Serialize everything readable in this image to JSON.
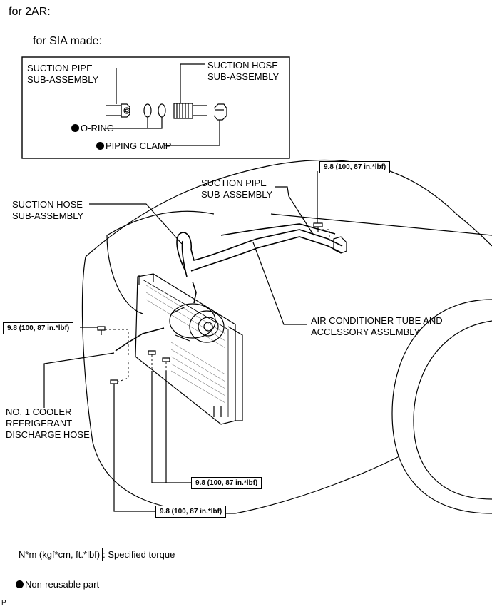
{
  "header": {
    "engine": "for 2AR:",
    "variant": "for SIA made:"
  },
  "inset": {
    "suction_pipe": [
      "SUCTION PIPE",
      "SUB-ASSEMBLY"
    ],
    "suction_hose": [
      "SUCTION HOSE",
      "SUB-ASSEMBLY"
    ],
    "o_ring": "O-RING",
    "piping_clamp": "PIPING CLAMP"
  },
  "labels": {
    "suction_pipe": [
      "SUCTION PIPE",
      "SUB-ASSEMBLY"
    ],
    "suction_hose": [
      "SUCTION HOSE",
      "SUB-ASSEMBLY"
    ],
    "ac_tube": [
      "AIR CONDITIONER TUBE AND",
      "ACCESSORY ASSEMBLY"
    ],
    "discharge_hose": [
      "NO. 1 COOLER",
      "REFRIGERANT",
      "DISCHARGE HOSE"
    ]
  },
  "torques": {
    "top_right": "9.8 (100, 87 in.*lbf)",
    "left": "9.8 (100, 87 in.*lbf)",
    "bottom_mid": "9.8 (100, 87 in.*lbf)",
    "bottom_low": "9.8 (100, 87 in.*lbf)"
  },
  "legend": {
    "torque_unit": "N*m (kgf*cm, ft.*lbf)",
    "torque_desc": ": Specified torque",
    "non_reusable": "Non-reusable part"
  },
  "footer": {
    "code": "P"
  }
}
